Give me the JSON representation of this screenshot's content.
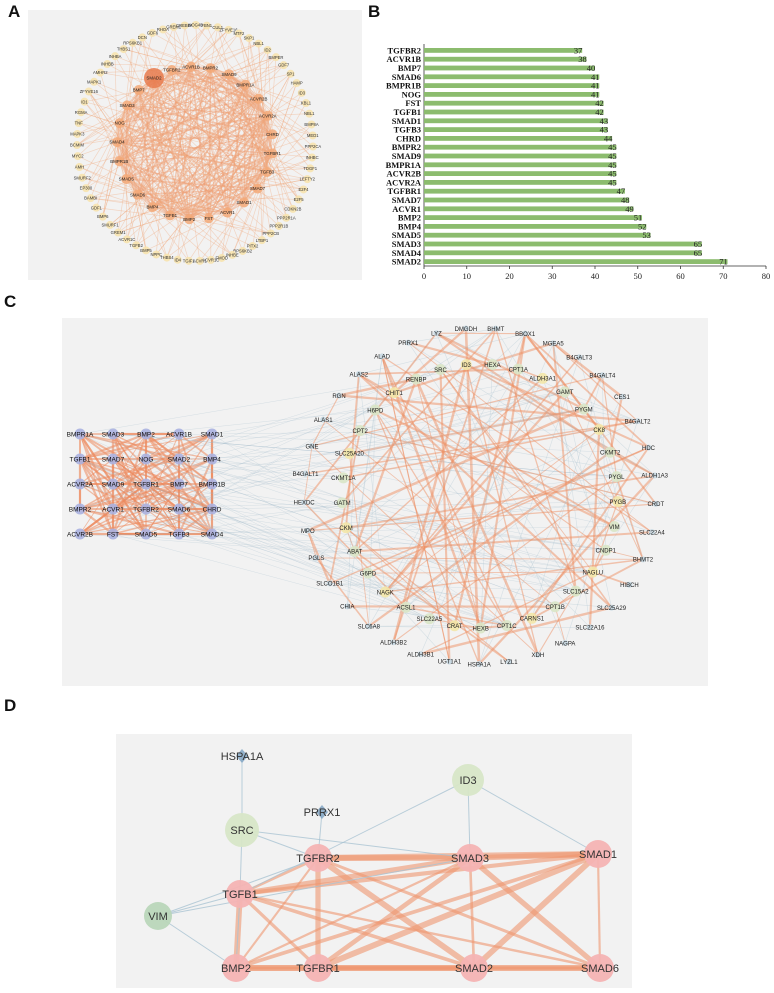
{
  "panels": {
    "a": {
      "letter": "A"
    },
    "b": {
      "letter": "B"
    },
    "c": {
      "letter": "C"
    },
    "d": {
      "letter": "D"
    }
  },
  "panel_a": {
    "outer_nodes": [
      "FBN1",
      "CUL1",
      "ZFYVE16",
      "MTF2",
      "SKP1",
      "NBL1",
      "ID2",
      "BMPER",
      "GDF7",
      "SP1",
      "HAMP",
      "ID3",
      "KBL1",
      "NBL1",
      "BMP8A",
      "MED1",
      "PPP2CA",
      "INHBC",
      "TDGF1",
      "LEFTY2",
      "E2F4",
      "E2F5",
      "CDKN2B",
      "PPP2R1A",
      "PPP2R1B",
      "PPP2CB",
      "LTBP1",
      "PITX2",
      "RPS6KB2",
      "INHBE",
      "FMOD",
      "ACVR1C",
      "ACVR1",
      "TGIF1",
      "ID4",
      "THBS4",
      "NPPC",
      "BMP5",
      "TGFB2",
      "ACVR1C",
      "GREM1",
      "SMURF1",
      "BMP6",
      "GDF1",
      "BAMBI",
      "EP300",
      "SMURF2",
      "AMH",
      "MYC2",
      "BCMIM",
      "MAPK3",
      "TNF",
      "RGMA",
      "ID1",
      "ZFYVE16",
      "MAPK1",
      "AMHR2",
      "INHBB",
      "INHBA",
      "THBS1",
      "RPS6KB1",
      "DCN",
      "GDF6",
      "RHOA",
      "GREM2",
      "CREBBP",
      "NOG4B"
    ],
    "inner_nodes": [
      "BMPR2",
      "SMAD9",
      "BMPR1A",
      "ACVR2B",
      "ACVR2A",
      "CHRD",
      "TGFBR1",
      "TGFB3",
      "SMAD7",
      "SMAD1",
      "ACVR1",
      "FST",
      "BMP2",
      "TGFB1",
      "BMP4",
      "SMAD6",
      "SMAD5",
      "BMPR1B",
      "SMAD4",
      "NOG",
      "SMAD3",
      "BMP7",
      "SMAD2",
      "TGFBR2",
      "ACVR1B"
    ],
    "hub": "SMAD2"
  },
  "chart_data": {
    "type": "bar",
    "orientation": "horizontal",
    "categories": [
      "TGFBR2",
      "ACVR1B",
      "BMP7",
      "SMAD6",
      "BMPR1B",
      "NOG",
      "FST",
      "TGFB1",
      "SMAD1",
      "TGFB3",
      "CHRD",
      "BMPR2",
      "SMAD9",
      "BMPR1A",
      "ACVR2B",
      "ACVR2A",
      "TGFBR1",
      "SMAD7",
      "ACVR1",
      "BMP2",
      "BMP4",
      "SMAD5",
      "SMAD3",
      "SMAD4",
      "SMAD2"
    ],
    "values": [
      37,
      38,
      40,
      41,
      41,
      41,
      42,
      42,
      43,
      43,
      44,
      45,
      45,
      45,
      45,
      45,
      47,
      48,
      49,
      51,
      52,
      53,
      65,
      65,
      71
    ],
    "xlim": [
      0,
      80
    ],
    "xticks": [
      "0",
      "10",
      "20",
      "30",
      "40",
      "50",
      "60",
      "70",
      "80"
    ],
    "bar_color": "#8cbc6e"
  },
  "panel_c": {
    "grid_rows": [
      [
        "BMPR1A",
        "SMAD3",
        "BMP2",
        "ACVR1B",
        "SMAD1"
      ],
      [
        "TGFB1",
        "SMAD7",
        "NOG",
        "SMAD2",
        "BMP4"
      ],
      [
        "ACVR2A",
        "SMAD9",
        "TGFBR1",
        "BMP7",
        "BMPR1B"
      ],
      [
        "BMPR2",
        "ACVR1",
        "TGFBR2",
        "SMAD6",
        "CHRD"
      ],
      [
        "ACVR2B",
        "FST",
        "SMAD5",
        "TGFB3",
        "SMAD4"
      ]
    ],
    "ring_nodes": [
      "LYZ",
      "DMGDH",
      "BHMT",
      "BBOX1",
      "MGEA5",
      "B4GALT3",
      "B4GALT4",
      "CES1",
      "B4GALT2",
      "HDC",
      "ALDH1A3",
      "CRDT",
      "SLC22A4",
      "BHMT2",
      "HIBCH",
      "SLC25A29",
      "SLC22A16",
      "NAGPA",
      "XDH",
      "LYZL1",
      "HSPA1A",
      "UGT1A1",
      "ALDH3B1",
      "ALDH3B2",
      "SLC6A8",
      "CHIA",
      "SLCO1B1",
      "PGLS",
      "MPO",
      "HEXDC",
      "B4GALT1",
      "GNE",
      "ALAS1",
      "RGN",
      "ALAS2",
      "ALAD",
      "PRRX1"
    ],
    "inner_nodes": [
      "ID3",
      "HEXA",
      "CPT1A",
      "ALDH3A1",
      "GAMT",
      "PYGM",
      "CK8",
      "CKMT2",
      "PYGL",
      "PYGB",
      "VIM",
      "CNDP1",
      "NAGLU",
      "SLC15A2",
      "CPT1B",
      "CARNS1",
      "CPT1C",
      "HEXB",
      "CRAT",
      "SLC22A5",
      "ACSL1",
      "NAGK",
      "G6PD",
      "ABAT",
      "CKM",
      "GATM",
      "CKMT1A",
      "SLC25A20",
      "CPT2",
      "H6PD",
      "CHIT1",
      "RENBP",
      "SRC"
    ]
  },
  "panel_d": {
    "nodes": {
      "hspa1a": "HSPA1A",
      "id3": "ID3",
      "prrx1": "PRRX1",
      "src": "SRC",
      "tgfbr2": "TGFBR2",
      "smad3": "SMAD3",
      "smad1": "SMAD1",
      "vim": "VIM",
      "tgfb1": "TGFB1",
      "bmp2": "BMP2",
      "tgfbr1": "TGFBR1",
      "smad2": "SMAD2",
      "smad6": "SMAD6"
    }
  }
}
